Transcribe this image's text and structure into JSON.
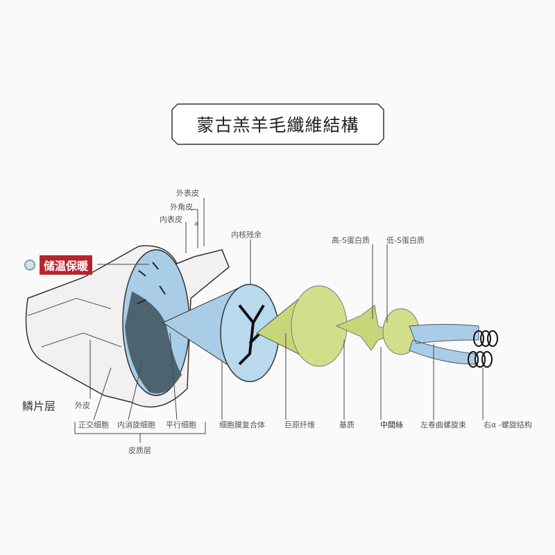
{
  "title": "蒙古羔羊毛纖維結構",
  "badge": "储温保暖",
  "labels": {
    "outer_epicuticle": "外表皮",
    "exocuticle": "外角皮",
    "endocuticle": "内表皮",
    "a": "a",
    "medulla_remnant": "内核残余",
    "high_s_protein": "高-S蛋白质",
    "low_s_protein": "低-S蛋白质",
    "scale_layer": "鳞片层",
    "epidermis": "外皮",
    "orthocortex": "正交细胞",
    "mesocortex": "内消旋细胞",
    "paracortex": "平行细胞",
    "cortex": "皮质层",
    "cell_membrane_complex": "细胞膜复合体",
    "macrofibril": "巨原纤维",
    "matrix": "基质",
    "intermediate_filament": "中間絲",
    "left_coiled_coil": "左卷曲螺旋束",
    "right_alpha_helix": "右α -螺旋结构"
  },
  "colors": {
    "accent": "#b5252e",
    "blue": "#a9cde6",
    "green": "#c8d67a",
    "dark": "#4d6470"
  }
}
